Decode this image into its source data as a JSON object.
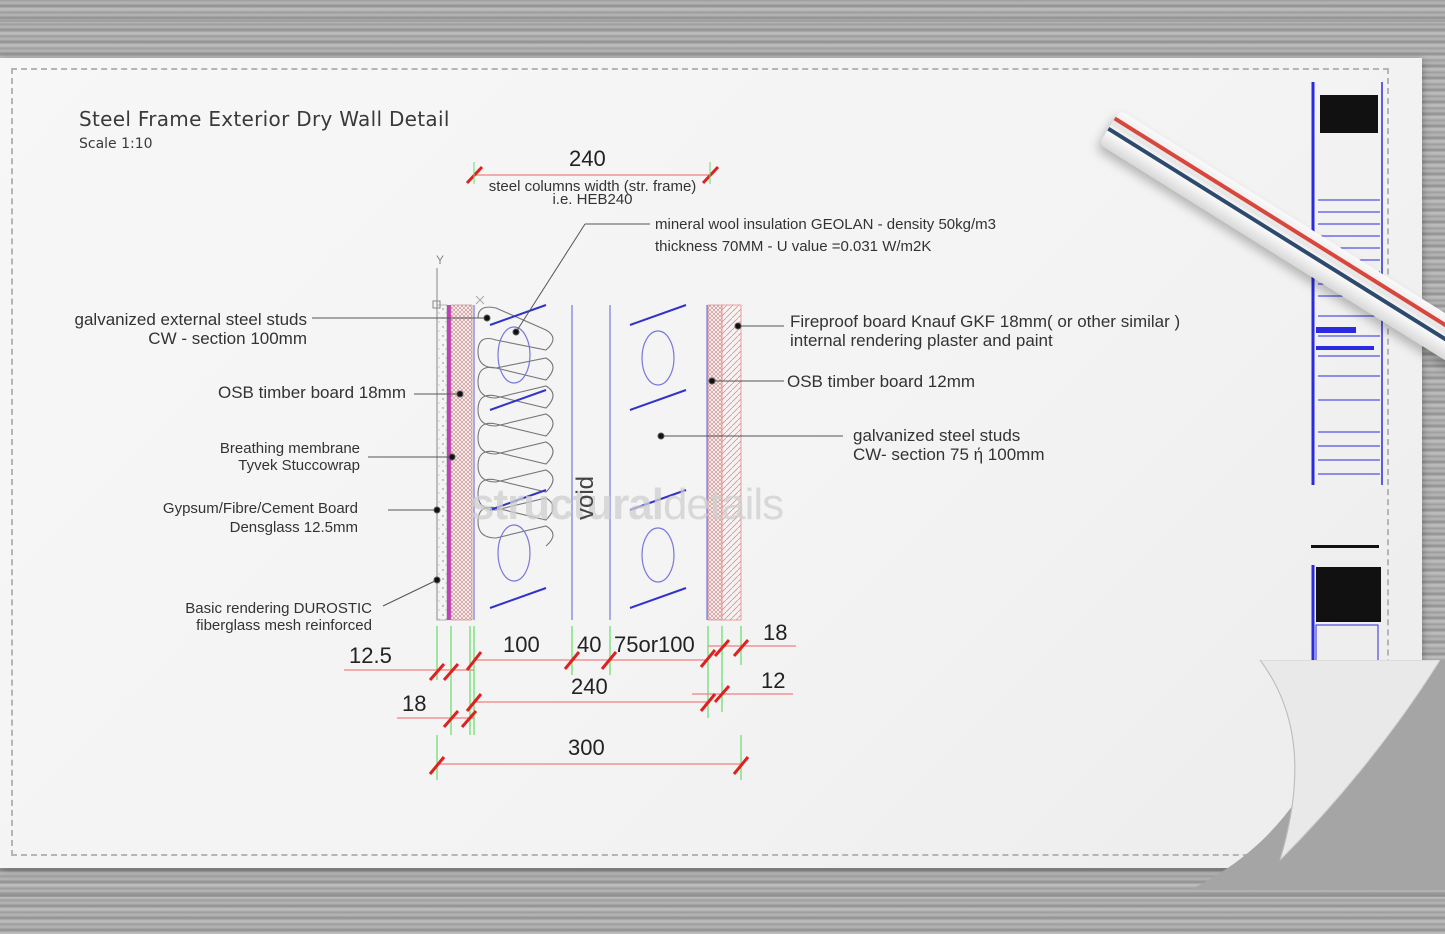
{
  "drawing": {
    "title": "Steel Frame Exterior Dry Wall Detail",
    "scale": "Scale 1:10",
    "watermark_bold": "structural",
    "watermark_light": "details",
    "void_label": "void",
    "axis_y": "Y"
  },
  "top_dimension": {
    "value": "240",
    "label_line1": "steel columns width (str. frame)",
    "label_line2": "i.e. HEB240"
  },
  "annotations_left": [
    {
      "line1": "galvanized external steel studs",
      "line2": "CW - section 100mm"
    },
    {
      "line1": "OSB timber board 18mm"
    },
    {
      "line1": "Breathing membrane",
      "line2": "Tyvek Stuccowrap"
    },
    {
      "line1": "Gypsum/Fibre/Cement Board",
      "line2": "Densglass 12.5mm"
    },
    {
      "line1": "Basic rendering DUROSTIC",
      "line2": "fiberglass mesh reinforced"
    }
  ],
  "annotations_top": [
    {
      "line1": "mineral wool insulation GEOLAN - density 50kg/m3",
      "line2": "thickness 70MM - U value =0.031 W/m2K"
    }
  ],
  "annotations_right": [
    {
      "line1": "Fireproof board Knauf GKF 18mm( or other similar )",
      "line2": "internal rendering plaster and paint"
    },
    {
      "line1": "OSB timber board 12mm"
    },
    {
      "line1": "galvanized steel studs",
      "line2": "CW- section 75 ή 100mm"
    }
  ],
  "dimensions": {
    "row1": [
      "12.5",
      "100",
      "40",
      "75or100",
      "18"
    ],
    "row2": [
      "18",
      "240",
      "12"
    ],
    "total": "300"
  },
  "colors": {
    "dimension_line": "#f08080",
    "tick": "#e02020",
    "extension": "#66dd66",
    "stud": "#3333cc",
    "membrane": "#c040c0",
    "board_hatch": "#e08a8a"
  }
}
